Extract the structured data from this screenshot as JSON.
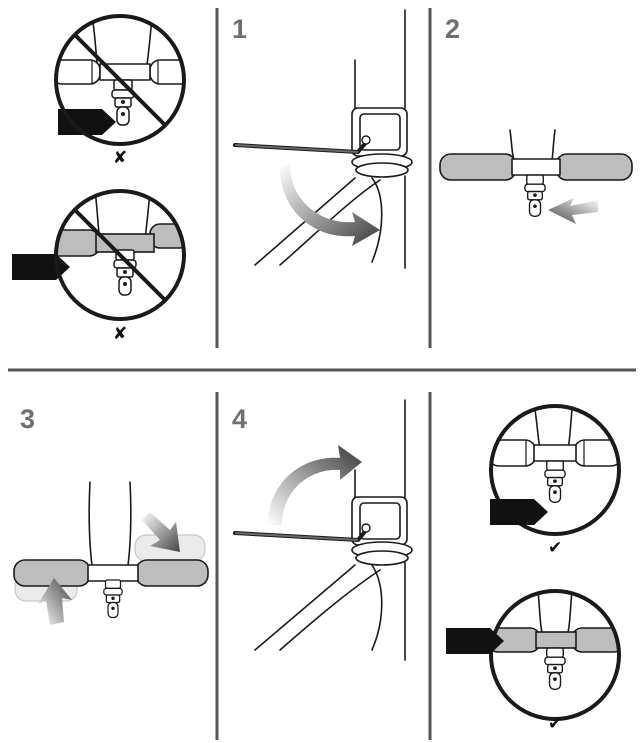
{
  "steps": {
    "s1": "1",
    "s2": "2",
    "s3": "3",
    "s4": "4"
  },
  "marks": {
    "wrong_top": "✘",
    "wrong_bottom": "✘",
    "right_top": "✔",
    "right_bottom": "✔"
  },
  "colors": {
    "step_number": "#6f6f6f",
    "divider": "#555555",
    "grip": "#bdbdbd",
    "pointer": "#111111"
  },
  "icons": {
    "prohibited": "prohibition-circle-icon",
    "pointer": "pointer-arrow-icon",
    "rotate": "curved-arrow-icon",
    "wrong": "cross-mark-icon",
    "right": "check-mark-icon"
  }
}
